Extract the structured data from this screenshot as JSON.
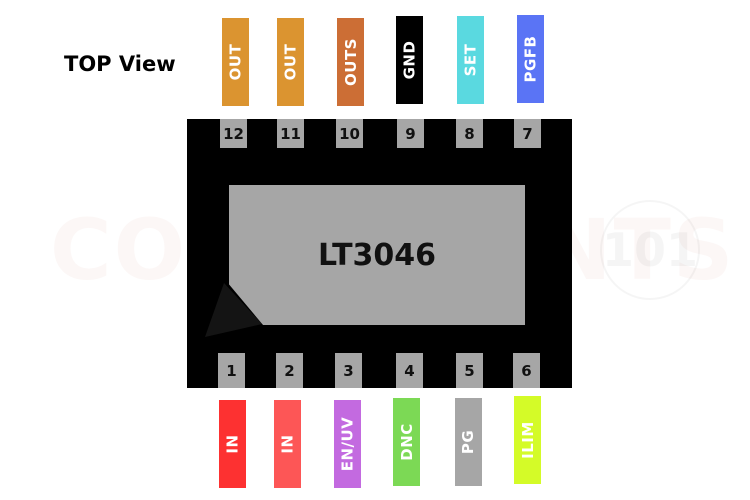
{
  "title": "TOP View",
  "watermark": {
    "text": "COMPONENTS",
    "suffix": "101"
  },
  "chip": {
    "part_number": "LT3046",
    "body_color": "#000000",
    "die_color": "#a6a6a6",
    "pin_pad_color": "#a6a6a6"
  },
  "top_pins": [
    {
      "number": "12",
      "name": "OUT",
      "color": "#db9430"
    },
    {
      "number": "11",
      "name": "OUT",
      "color": "#db9430"
    },
    {
      "number": "10",
      "name": "OUTS",
      "color": "#cc6e35"
    },
    {
      "number": "9",
      "name": "GND",
      "color": "#000000"
    },
    {
      "number": "8",
      "name": "SET",
      "color": "#5ad9e0"
    },
    {
      "number": "7",
      "name": "PGFB",
      "color": "#5a74f5"
    }
  ],
  "bottom_pins": [
    {
      "number": "1",
      "name": "IN",
      "color": "#fd3131"
    },
    {
      "number": "2",
      "name": "IN",
      "color": "#fd5656"
    },
    {
      "number": "3",
      "name": "EN/UV",
      "color": "#c36ae0"
    },
    {
      "number": "4",
      "name": "DNC",
      "color": "#7cd955"
    },
    {
      "number": "5",
      "name": "PG",
      "color": "#a6a6a6"
    },
    {
      "number": "6",
      "name": "ILIM",
      "color": "#d4fb28"
    }
  ]
}
